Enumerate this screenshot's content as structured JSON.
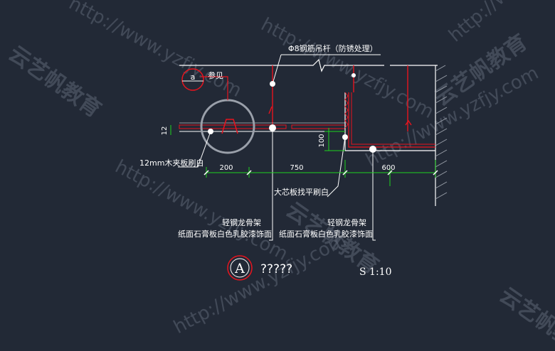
{
  "watermark": {
    "url": "http://www.yzfjy.com",
    "brand": "云艺帆教育"
  },
  "labels": {
    "rod": "Φ8钢筋吊杆（防锈处理）",
    "ref_symbol": "a",
    "ref_text": "参见",
    "plywood": "12mm木夹板刷白",
    "core_board": "大芯板找平刷白",
    "keel_left": "轻钢龙骨架",
    "gypsum_left": "纸面石膏板白色乳胶漆饰面",
    "keel_right": "轻钢龙骨架",
    "gypsum_right": "纸面石膏板白色乳胶漆饰面"
  },
  "dimensions": {
    "d200": "200",
    "d750": "750",
    "d600": "600",
    "d100": "100",
    "d12": "12"
  },
  "title_block": {
    "symbol": "A",
    "name": "?????",
    "scale": "S 1:10"
  },
  "colors": {
    "background": "#222936",
    "section_red": "#e8141e",
    "dimension_green": "#1fd21f",
    "line_white": "#ffffff",
    "wall_gray": "#9aa0aa"
  }
}
